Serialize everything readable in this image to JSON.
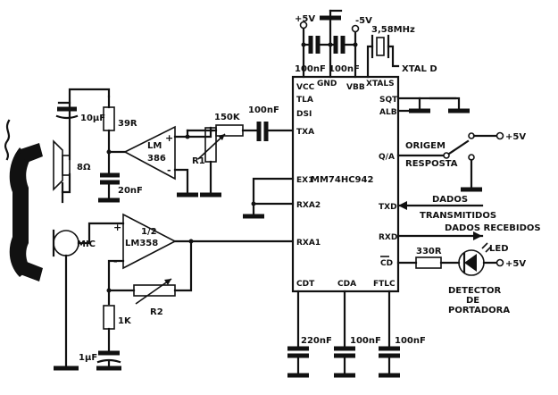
{
  "chip": {
    "name": "MM74HC942",
    "pins": {
      "vcc": "VCC",
      "tla": "TLA",
      "dsi": "DSI",
      "txa": "TXA",
      "ex1": "EX1",
      "rxa2": "RXA2",
      "rxa1": "RXA1",
      "cdt": "CDT",
      "cda": "CDA",
      "ftlc": "FTLC",
      "gnd": "GND",
      "vbb": "VBB",
      "xtals": "XTALS",
      "sqt": "SQT",
      "alb": "ALB",
      "qa": "Q/A",
      "txd": "TXD",
      "rxd": "RXD",
      "cd": "CD"
    }
  },
  "supplies": {
    "pos": "+5V",
    "neg": "-5V",
    "led_supply": "+5V",
    "switch_supply": "+5V"
  },
  "crystal": {
    "freq": "3,58MHz",
    "pin_label": "XTAL D"
  },
  "top_caps": {
    "c1": "100nF",
    "c2": "100nF"
  },
  "bottom_caps": {
    "cdt": "220nF",
    "cda": "100nF",
    "ftlc": "100nF"
  },
  "amp1": {
    "name": "LM",
    "model": "386",
    "plus": "+",
    "minus": "-"
  },
  "amp2": {
    "fraction": "1/2",
    "model": "LM358",
    "plus": "+",
    "minus": "-"
  },
  "components": {
    "cap_10uf": "10μF",
    "r_39r": "39R",
    "c_20nf": "20nF",
    "speaker": "8Ω",
    "mic": "MIC",
    "r1": "R1",
    "r_150k": "150K",
    "c_100nf_dsi": "100nF",
    "r2": "R2",
    "r_1k": "1K",
    "c_1uf": "1μF",
    "r_330r": "330R"
  },
  "labels": {
    "origem": "ORIGEM",
    "resposta": "RESPOSTA",
    "dados_tx_1": "DADOS",
    "dados_tx_2": "TRANSMITIDOS",
    "dados_rx": "DADOS RECEBIDOS",
    "led": "LED",
    "detector_1": "DETECTOR",
    "detector_2": "DE",
    "detector_3": "PORTADORA"
  }
}
